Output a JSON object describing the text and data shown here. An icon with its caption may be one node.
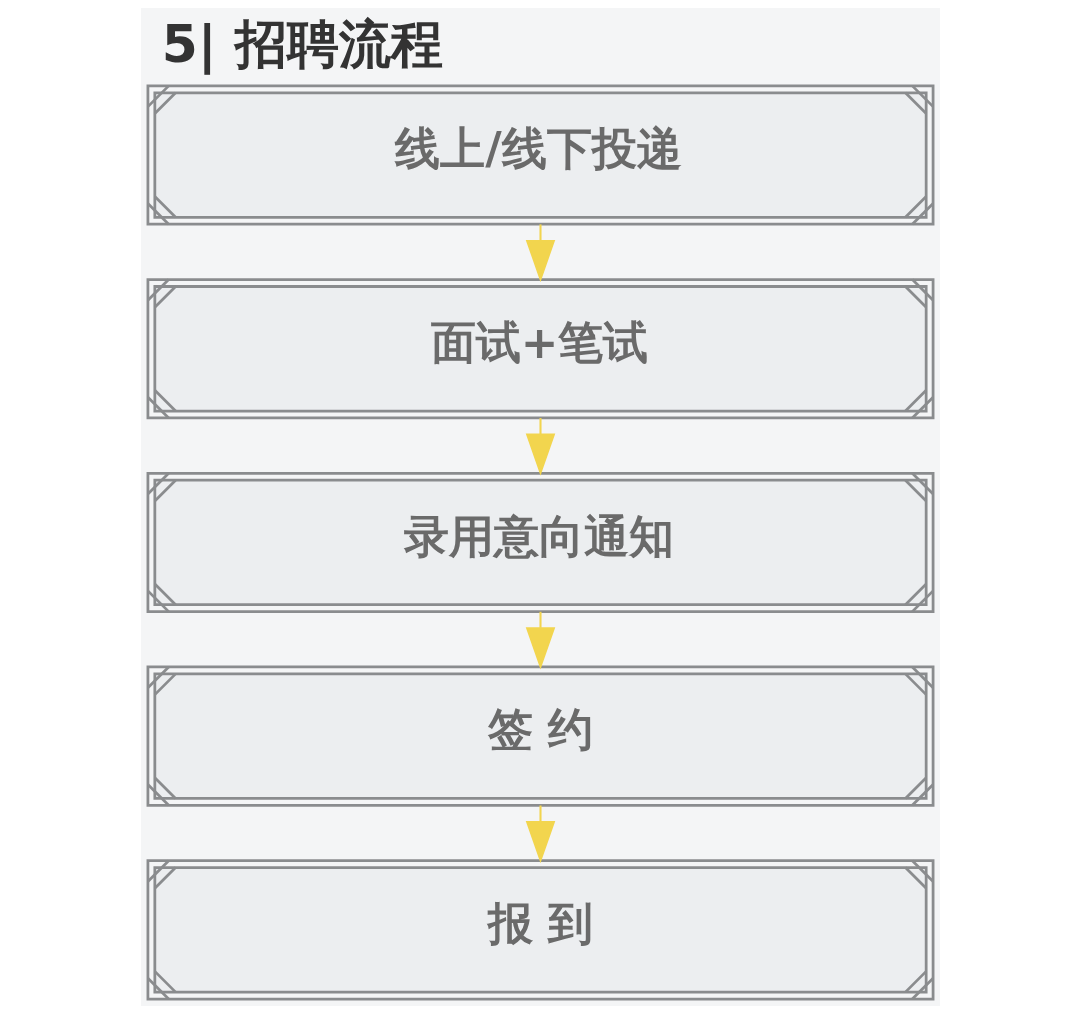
{
  "diagram": {
    "title": "5| 招聘流程",
    "nodes": [
      {
        "text": [
          "线上/线下投递"
        ]
      },
      {
        "text": [
          "面试+笔试"
        ]
      },
      {
        "text": [
          "录用意向通知"
        ]
      },
      {
        "text": [
          "签 约"
        ]
      },
      {
        "text": [
          "报 到"
        ]
      }
    ],
    "edges": [
      {
        "from": 0,
        "to": 1,
        "arrow": "to"
      },
      {
        "from": 1,
        "to": 2,
        "arrow": "to"
      },
      {
        "from": 2,
        "to": 3,
        "arrow": "to"
      },
      {
        "from": 3,
        "to": 4,
        "arrow": "to"
      }
    ]
  }
}
